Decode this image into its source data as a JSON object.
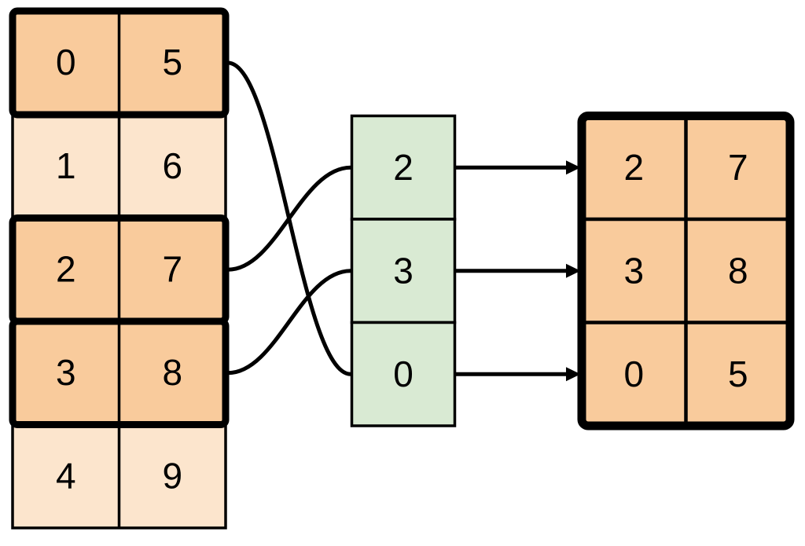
{
  "diagram": {
    "title": "array-row-indexing-diagram",
    "colors": {
      "highlight_fill": "#f9cb9c",
      "normal_fill": "#fce5cd",
      "index_fill": "#d9ead3",
      "line": "#000000",
      "background": "#ffffff"
    },
    "source_table": {
      "columns": 2,
      "rows": [
        {
          "cells": [
            "0",
            "5"
          ],
          "highlighted": true
        },
        {
          "cells": [
            "1",
            "6"
          ],
          "highlighted": false
        },
        {
          "cells": [
            "2",
            "7"
          ],
          "highlighted": true
        },
        {
          "cells": [
            "3",
            "8"
          ],
          "highlighted": true
        },
        {
          "cells": [
            "4",
            "9"
          ],
          "highlighted": false
        }
      ]
    },
    "index_column": {
      "cells": [
        "2",
        "3",
        "0"
      ]
    },
    "result_table": {
      "rows": [
        {
          "cells": [
            "2",
            "7"
          ]
        },
        {
          "cells": [
            "3",
            "8"
          ]
        },
        {
          "cells": [
            "0",
            "5"
          ]
        }
      ]
    },
    "connections": {
      "source_to_index": [
        {
          "from_row": "0",
          "to_index_cell": "0"
        },
        {
          "from_row": "2",
          "to_index_cell": "2"
        },
        {
          "from_row": "3",
          "to_index_cell": "3"
        }
      ],
      "index_to_result": [
        {
          "from_index_cell": "2",
          "to_result_row": "2,7"
        },
        {
          "from_index_cell": "3",
          "to_result_row": "3,8"
        },
        {
          "from_index_cell": "0",
          "to_result_row": "0,5"
        }
      ]
    }
  }
}
